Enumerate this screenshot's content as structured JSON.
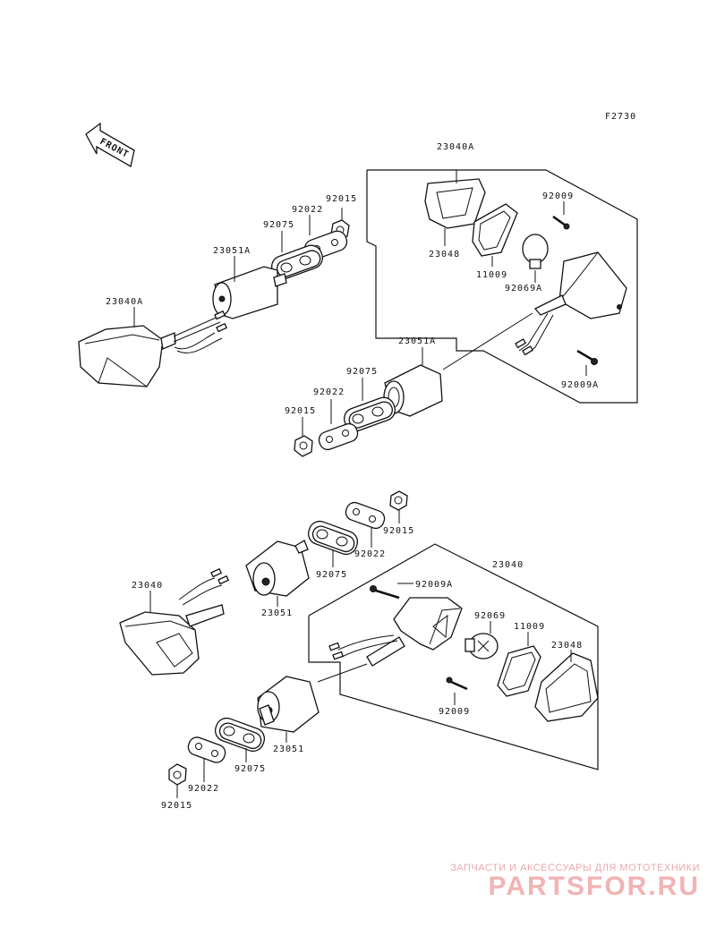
{
  "figure_code": "F2730",
  "front_label": "FRONT",
  "labels": {
    "tr_23040A": "23040A",
    "tr_23048": "23048",
    "tr_11009": "11009",
    "tr_92069A": "92069A",
    "tr_92009": "92009",
    "tr_92009A": "92009A",
    "tl_92015": "92015",
    "tl_92022": "92022",
    "tl_92075": "92075",
    "tl_23051A": "23051A",
    "tl_23040A": "23040A",
    "c_23051A": "23051A",
    "c_92075": "92075",
    "c_92022": "92022",
    "c_92015": "92015",
    "b_92015_top": "92015",
    "b_92022_top": "92022",
    "b_92075_top": "92075",
    "b_23051_top": "23051",
    "b_23040_left": "23040",
    "br_23040": "23040",
    "br_92009A": "92009A",
    "br_92069": "92069",
    "br_11009": "11009",
    "br_23048": "23048",
    "br_92009": "92009",
    "b_23051_bot": "23051",
    "b_92075_bot": "92075",
    "b_92022_bot": "92022",
    "b_92015_bot": "92015"
  },
  "watermark": {
    "tagline": "ЗАПЧАСТИ И АКСЕССУАРЫ ДЛЯ МОТОТЕХНИКИ",
    "logo": "PARTSFOR.RU"
  },
  "colors": {
    "line": "#111111",
    "watermark": "#f1b4b4"
  }
}
